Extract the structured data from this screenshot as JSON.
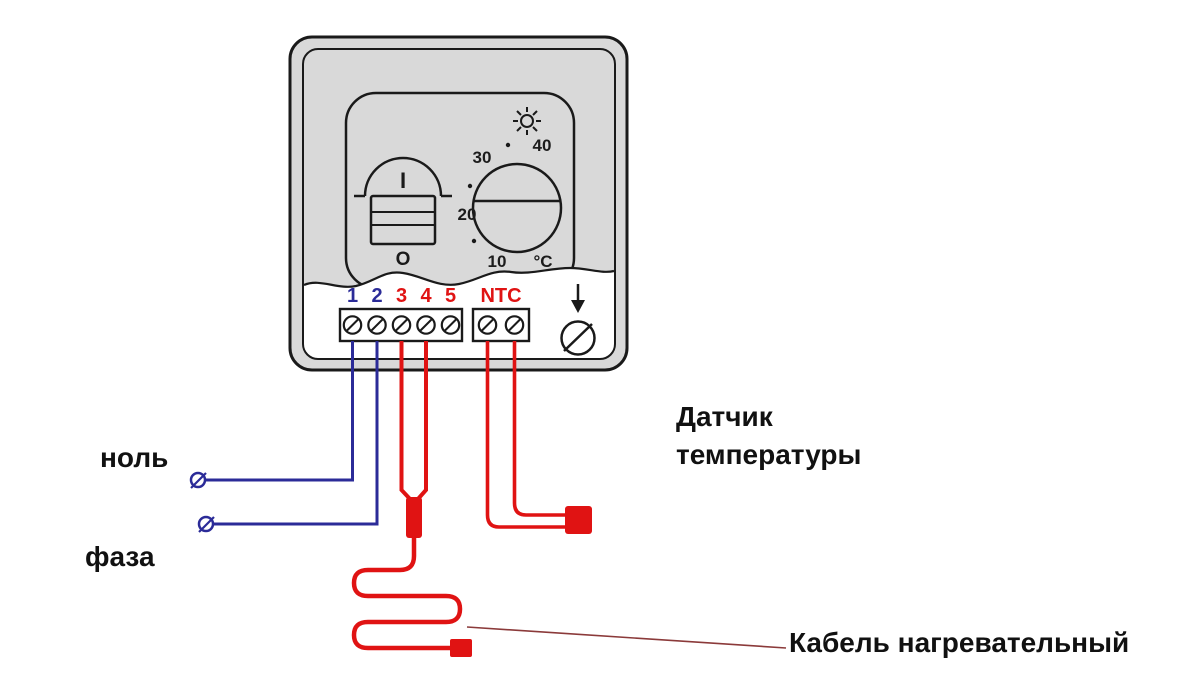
{
  "device": {
    "switch": {
      "on_mark": "I",
      "off_mark": "O"
    },
    "dial": {
      "tick_10": "10",
      "tick_20": "20",
      "tick_30": "30",
      "tick_40": "40",
      "unit": "°C"
    },
    "terminals": {
      "n1": "1",
      "n2": "2",
      "n3": "3",
      "n4": "4",
      "n5": "5",
      "ntc": "NTC"
    }
  },
  "wiring_labels": {
    "neutral": "ноль",
    "phase": "фаза",
    "sensor_line1": "Датчик",
    "sensor_line2": "температуры",
    "heating_cable": "Кабель нагревательный"
  },
  "colors": {
    "blue_wire": "#2b2b98",
    "red_wire": "#e01313",
    "leader_line": "#8b3a3a",
    "body_gray": "#d9d9d9",
    "outline": "#1a1a1a"
  }
}
